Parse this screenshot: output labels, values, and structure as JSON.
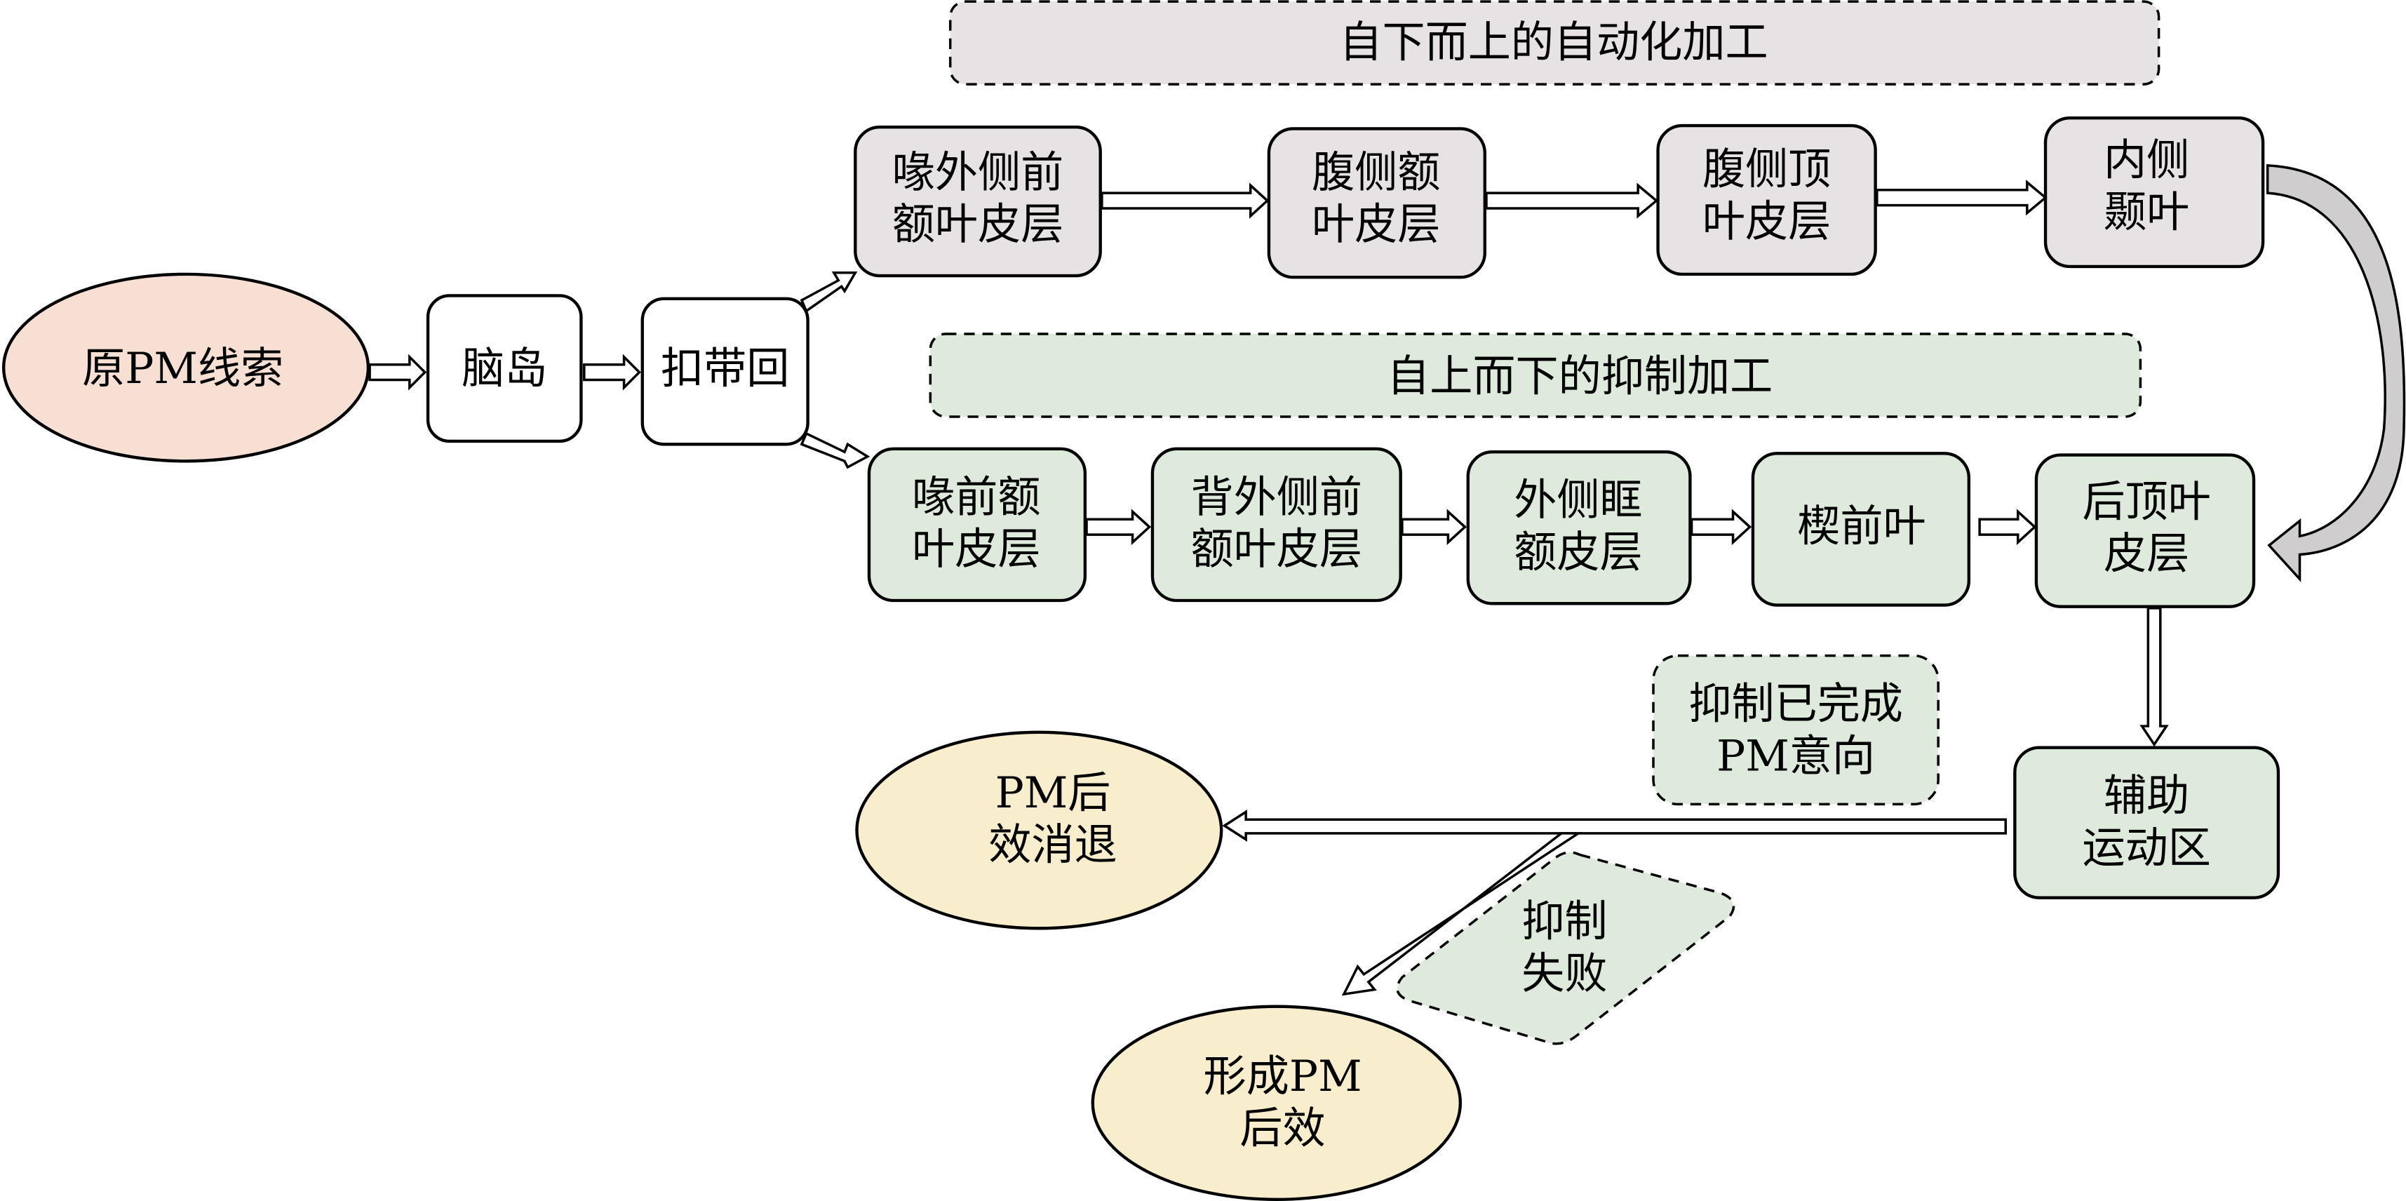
{
  "colors": {
    "cue": "#F7DFD3",
    "neutral": "#FFFFFF",
    "bottom_up": "#E7E3E4",
    "top_down": "#DEEADB",
    "outcome": "#F8EDCC",
    "curved_arrow_fill": "#CFCDCE"
  },
  "nodes": {
    "cue": [
      "原PM线索"
    ],
    "insula": [
      "脑岛"
    ],
    "cingulate": [
      "扣带回"
    ],
    "bottom_up_header": [
      "自下而上的自动化加工"
    ],
    "top_down_header": [
      "自上而下的抑制加工"
    ],
    "vlpfc": [
      "喙外侧前",
      "额叶皮层"
    ],
    "vfc": [
      "腹侧额",
      "叶皮层"
    ],
    "vpc": [
      "腹侧顶",
      "叶皮层"
    ],
    "mtl": [
      "内侧",
      "颞叶"
    ],
    "rapfc": [
      "喙前额",
      "叶皮层"
    ],
    "dlpfc": [
      "背外侧前",
      "额叶皮层"
    ],
    "lofc": [
      "外侧眶",
      "额皮层"
    ],
    "precuneus": [
      "楔前叶"
    ],
    "ppc": [
      "后顶叶",
      "皮层"
    ],
    "sma": [
      "辅助",
      "运动区"
    ],
    "inhibit_done": [
      "抑制已完成",
      "PM意向"
    ],
    "inhibit_fail": [
      "抑制",
      "失败"
    ],
    "aftereffect_gone": [
      "PM后",
      "效消退"
    ],
    "aftereffect_formed": [
      "形成PM",
      "后效"
    ]
  }
}
